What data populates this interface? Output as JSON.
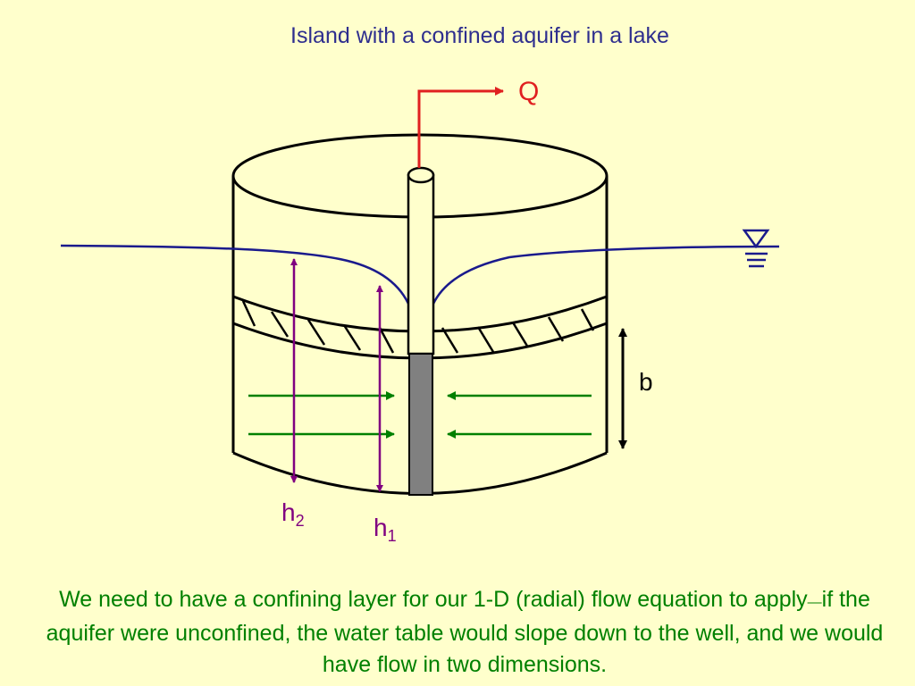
{
  "title": "Island with a confined aquifer in a lake",
  "labels": {
    "q": "Q",
    "b": "b",
    "h2": "h",
    "h2_sub": "2",
    "h1": "h",
    "h1_sub": "1"
  },
  "caption": {
    "part1": "We need to have a confining layer for our 1-D (radial) flow equation to apply",
    "dash": "—",
    "part2": "if the aquifer were unconfined, the water table would slope down to the well, and we would have flow in two dimensions."
  },
  "colors": {
    "background": "#FFFFCC",
    "title": "#2E2E8E",
    "water_line": "#1A1A8C",
    "pumping_arrow": "#E02020",
    "flow_arrows": "#008000",
    "head_arrows": "#800080",
    "well_screen": "#808080",
    "caption": "#008000"
  },
  "icons": {
    "water_level_symbol": "water-level-triangle-icon"
  }
}
